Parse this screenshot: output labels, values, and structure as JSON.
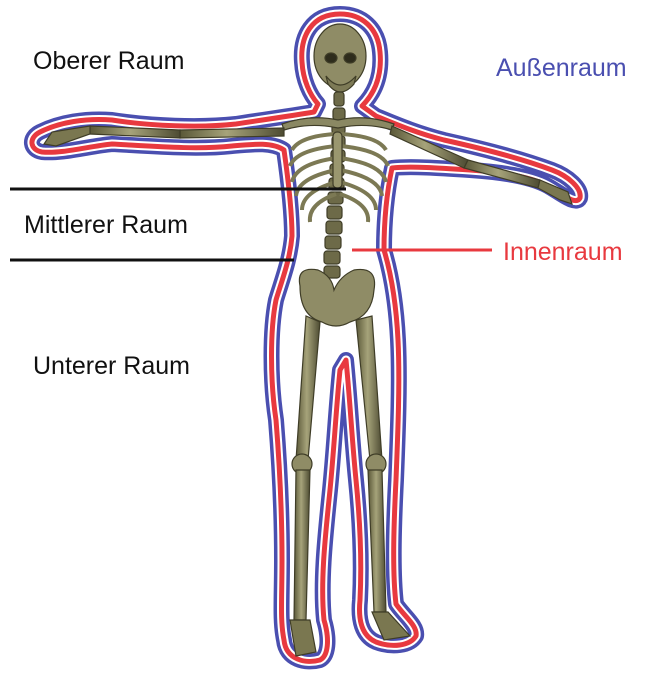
{
  "labels": {
    "upper_space": "Oberer Raum",
    "middle_space": "Mittlerer Raum",
    "lower_space": "Unterer Raum",
    "outer_space": "Außenraum",
    "inner_space": "Innenraum"
  },
  "colors": {
    "outer_outline": "#4a4fb0",
    "inner_outline": "#e8393f",
    "body_fill": "#d9d9d9",
    "bone": "#8a8863",
    "bone_shadow": "#4d4b32",
    "divider_line": "#111111",
    "text_dark": "#111111"
  },
  "icons": {
    "figure": "human-skeleton-figure"
  }
}
